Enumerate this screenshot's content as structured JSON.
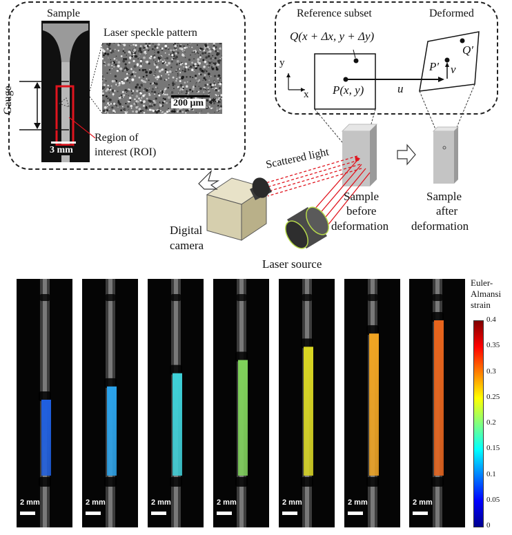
{
  "schematic": {
    "sample_title": "Sample",
    "speckle_label": "Laser speckle pattern",
    "speckle_scale": "200 μm",
    "sample_scale": "3 mm",
    "gauge_label": "Gauge",
    "roi_label_line1": "Region of",
    "roi_label_line2": "interest (ROI)",
    "ref_subset_label": "Reference subset",
    "deformed_label": "Deformed",
    "point_q": "Q(x + Δx, y + Δy)",
    "point_p": "P(x, y)",
    "point_p_prime": "P′",
    "point_q_prime": "Q′",
    "disp_u": "u",
    "disp_v": "v",
    "axis_x": "x",
    "axis_y": "y",
    "scattered_light": "Scattered light",
    "sample_before_1": "Sample",
    "sample_before_2": "before",
    "sample_before_3": "deformation",
    "sample_after_1": "Sample",
    "sample_after_2": "after",
    "sample_after_3": "deformation",
    "camera_1": "Digital",
    "camera_2": "camera",
    "laser_source": "Laser source"
  },
  "strain_maps": {
    "scale_label": "2 mm",
    "colorbar_title_1": "Euler-",
    "colorbar_title_2": "Almansi",
    "colorbar_title_3": "strain",
    "colorbar_ticks": [
      "0.4",
      "0.35",
      "0.3",
      "0.25",
      "0.2",
      "0.15",
      "0.1",
      "0.05",
      "0"
    ],
    "colormap": [
      "#00008f",
      "#0000ff",
      "#0080ff",
      "#00ffff",
      "#80ff80",
      "#ffff00",
      "#ff8000",
      "#ff0000",
      "#800000"
    ],
    "frames": [
      {
        "strain_top": 0.08,
        "strain_bottom": 0.08,
        "color": "#1f5fe0"
      },
      {
        "strain_top": 0.13,
        "strain_bottom": 0.12,
        "color": "#2aa2ea"
      },
      {
        "strain_top": 0.16,
        "strain_bottom": 0.15,
        "color": "#3ed0d8"
      },
      {
        "strain_top": 0.22,
        "strain_bottom": 0.2,
        "color": "#7fd25a"
      },
      {
        "strain_top": 0.28,
        "strain_bottom": 0.25,
        "color": "#d9d622"
      },
      {
        "strain_top": 0.32,
        "strain_bottom": 0.27,
        "color": "#f0a422"
      },
      {
        "strain_top": 0.36,
        "strain_bottom": 0.3,
        "color": "#e8641c"
      }
    ]
  }
}
